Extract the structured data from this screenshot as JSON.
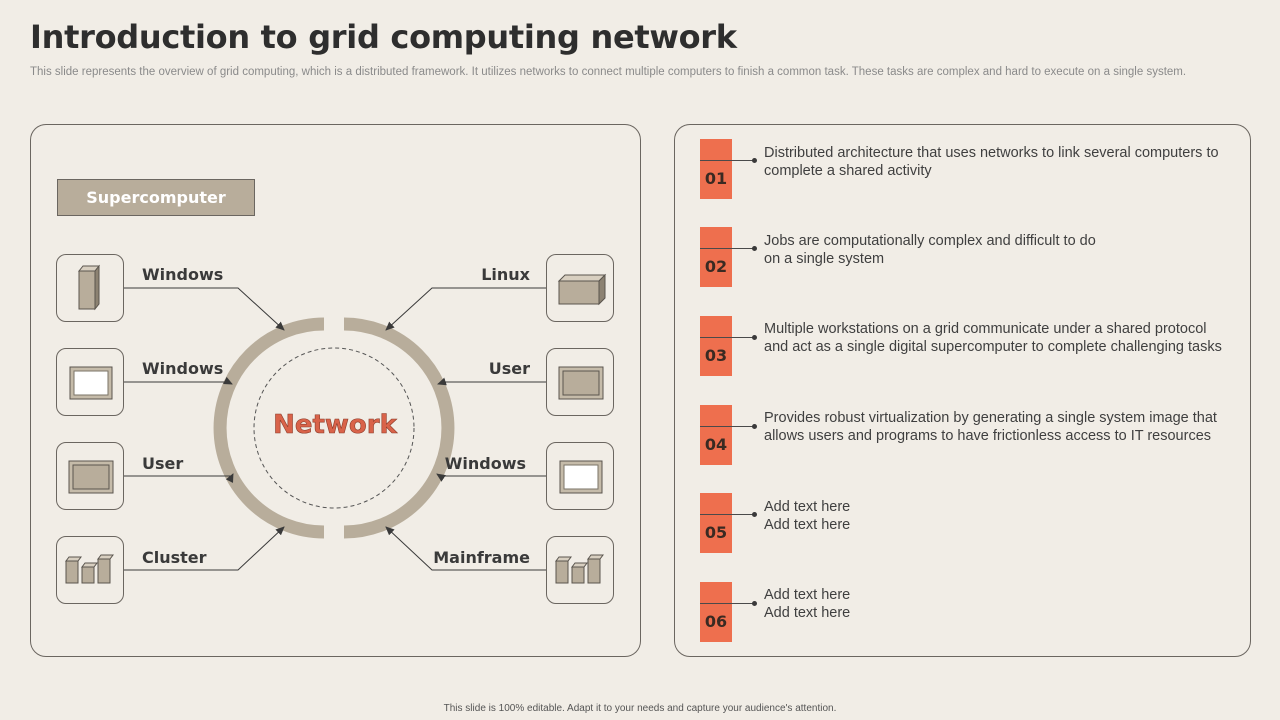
{
  "title": "Introduction to grid computing network",
  "subtitle": "This slide represents the overview of grid computing, which is a distributed framework. It utilizes networks to connect multiple computers to finish a common task. These tasks are complex and hard to execute on a single system.",
  "diagram": {
    "header": "Supercomputer",
    "center": "Network",
    "left_nodes": [
      {
        "label": "Windows",
        "icon": "tower-pc-icon"
      },
      {
        "label": "Windows",
        "icon": "monitor-icon"
      },
      {
        "label": "User",
        "icon": "screen-icon"
      },
      {
        "label": "Cluster",
        "icon": "cluster-icon"
      }
    ],
    "right_nodes": [
      {
        "label": "Linux",
        "icon": "desktop-box-icon"
      },
      {
        "label": "User",
        "icon": "screen-icon"
      },
      {
        "label": "Windows",
        "icon": "monitor-icon"
      },
      {
        "label": "Mainframe",
        "icon": "cluster-icon"
      }
    ]
  },
  "steps": [
    {
      "num": "01",
      "text": "Distributed architecture that uses networks to link several computers to complete a shared activity"
    },
    {
      "num": "02",
      "text": "Jobs are computationally complex and difficult to do on a single system"
    },
    {
      "num": "03",
      "text": "Multiple  workstations on a grid communicate under a shared protocol and act as a single digital  supercomputer to complete challenging tasks"
    },
    {
      "num": "04",
      "text": "Provides robust virtualization by generating a single system image that allows users and programs to have frictionless access to IT resources"
    },
    {
      "num": "05",
      "text": "Add text here Add text here"
    },
    {
      "num": "06",
      "text": "Add text here Add text here"
    }
  ],
  "footer": "This slide is 100% editable.  Adapt it to your needs and capture your audience's attention.",
  "colors": {
    "accent": "#ee6f4e",
    "ring": "#b8ad9b",
    "background": "#f1ede6",
    "network_text": "#d9634a"
  }
}
